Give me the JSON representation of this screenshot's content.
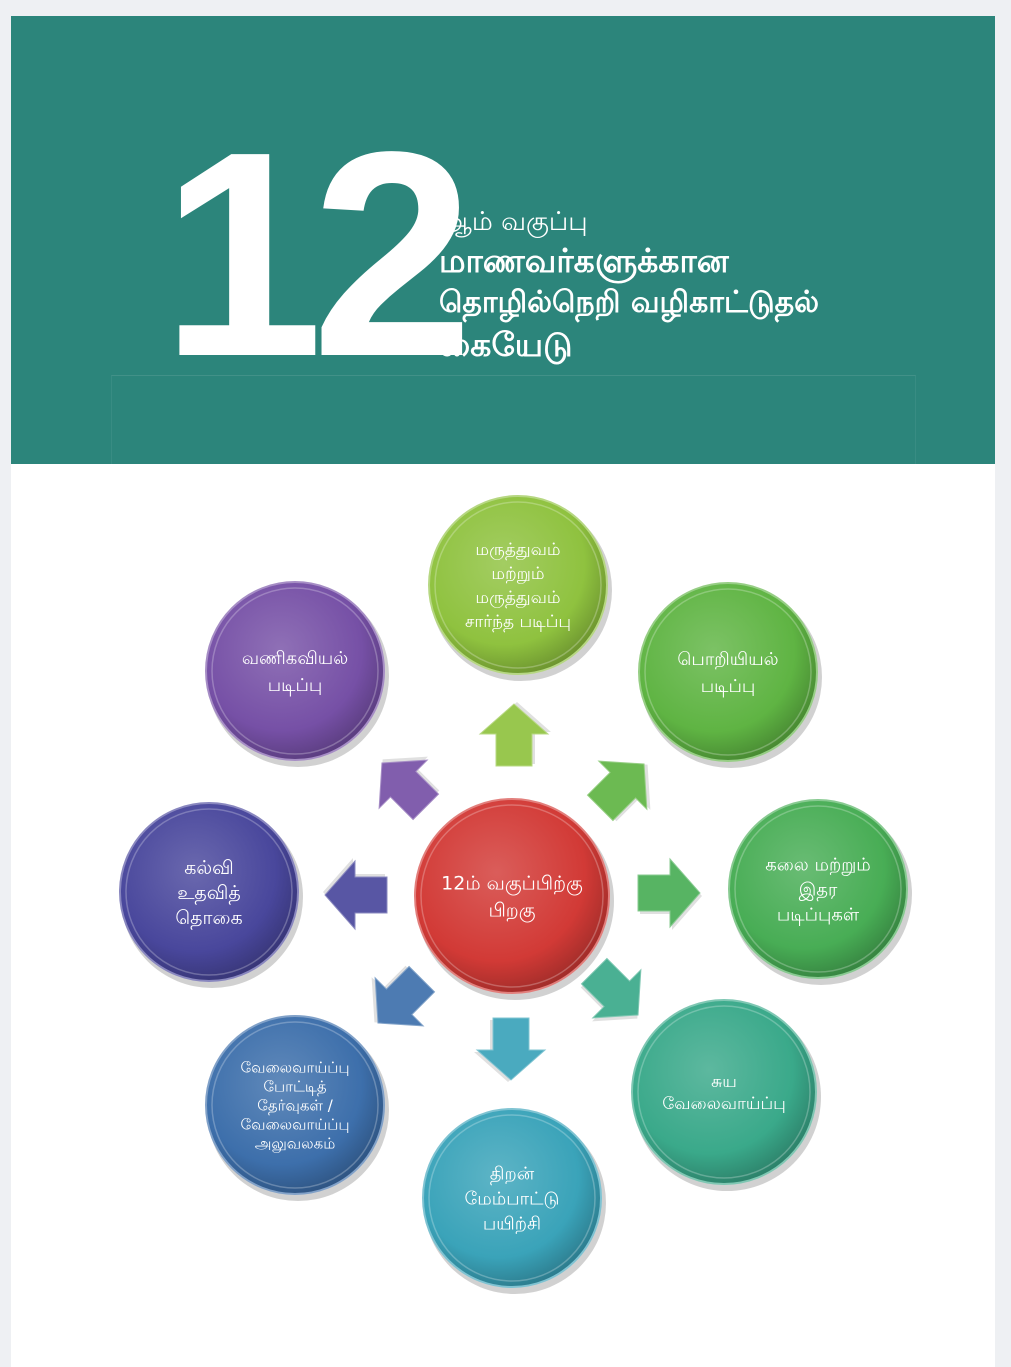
{
  "header": {
    "number": "12",
    "subtitle": "ஆம் வகுப்பு",
    "title_lines": [
      "மாணவர்களுக்கான",
      "தொழில்நெறி வழிகாட்டுதல்",
      "கையேடு"
    ]
  },
  "diagram": {
    "center": {
      "label_lines": [
        "12ம் வகுப்பிற்கு",
        "பிறகு"
      ],
      "color": "#d23a36"
    },
    "nodes": [
      {
        "id": "medical",
        "label_lines": [
          "மருத்துவம்",
          "மற்றும்",
          "மருத்துவம்",
          "சார்ந்த படிப்பு"
        ],
        "color": "#8fc23f"
      },
      {
        "id": "engineering",
        "label_lines": [
          "பொறியியல்",
          "படிப்பு"
        ],
        "color": "#5fb443"
      },
      {
        "id": "arts",
        "label_lines": [
          "கலை மற்றும்",
          "இதர",
          "படிப்புகள்"
        ],
        "color": "#48ad55"
      },
      {
        "id": "self-employment",
        "label_lines": [
          "சுய",
          "வேலைவாய்ப்பு"
        ],
        "color": "#3aa98a"
      },
      {
        "id": "skill-training",
        "label_lines": [
          "திறன்",
          "மேம்பாட்டு",
          "பயிற்சி"
        ],
        "color": "#3aa3b9"
      },
      {
        "id": "employment-exams",
        "label_lines": [
          "வேலைவாய்ப்பு",
          "போட்டித்",
          "தேர்வுகள் /",
          "வேலைவாய்ப்பு",
          "அலுவலகம்"
        ],
        "color": "#3d6fab"
      },
      {
        "id": "scholarship",
        "label_lines": [
          "கல்வி",
          "உதவித்",
          "தொகை"
        ],
        "color": "#49479c"
      },
      {
        "id": "commerce",
        "label_lines": [
          "வணிகவியல்",
          "படிப்பு"
        ],
        "color": "#7650a6"
      }
    ]
  }
}
